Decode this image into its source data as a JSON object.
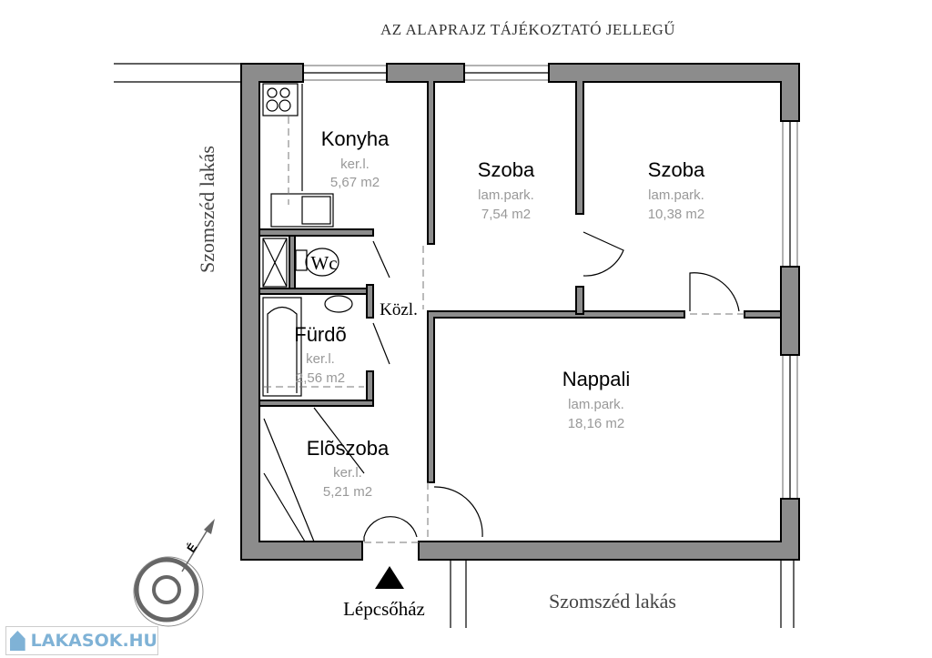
{
  "title": "AZ  ALAPRAJZ TÁJÉKOZTATÓ JELLEGŰ",
  "rooms": [
    {
      "name": "Konyha",
      "floor": "ker.l.",
      "area": "5,67  m2"
    },
    {
      "name": "Szoba",
      "floor": "lam.park.",
      "area": "7,54  m2"
    },
    {
      "name": "Szoba",
      "floor": "lam.park.",
      "area": "10,38  m2"
    },
    {
      "name": "Fürdõ",
      "floor": "ker.l.",
      "area": "2,56  m2"
    },
    {
      "name": "Nappali",
      "floor": "lam.park.",
      "area": "18,16  m2"
    },
    {
      "name": "Elõszoba",
      "floor": "ker.l.",
      "area": "5,21  m2"
    }
  ],
  "labels": {
    "wc": "Wc",
    "kozl": "Közl.",
    "neighbor_left": "Szomszéd lakás",
    "neighbor_bottom": "Szomszéd lakás",
    "stairs": "Lépcsőház",
    "compass_e": "É"
  },
  "logo": {
    "text": "LAKASOK.HU",
    "color": "#7fb2d6"
  }
}
